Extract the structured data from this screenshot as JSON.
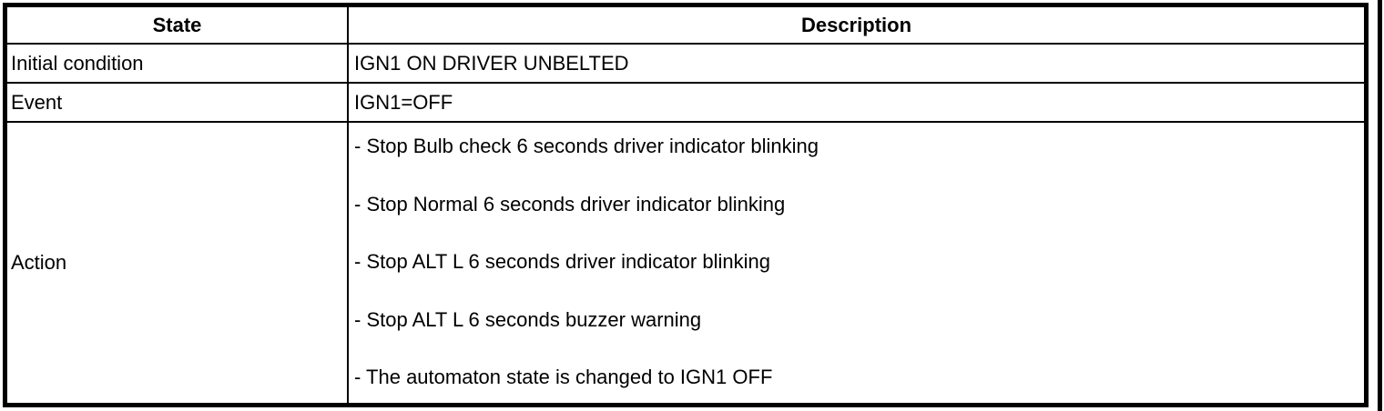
{
  "table": {
    "headers": {
      "state": "State",
      "description": "Description"
    },
    "rows": [
      {
        "state": "Initial condition",
        "description": "IGN1 ON DRIVER UNBELTED"
      },
      {
        "state": "Event",
        "description": "IGN1=OFF"
      },
      {
        "state": "Action",
        "description_lines": [
          "- Stop Bulb check 6 seconds driver indicator blinking",
          "- Stop Normal 6 seconds driver indicator blinking",
          "- Stop ALT L 6 seconds driver indicator blinking",
          "- Stop ALT L 6 seconds buzzer warning",
          "- The automaton state is changed to IGN1 OFF"
        ]
      }
    ]
  },
  "colors": {
    "border": "#000000",
    "background": "#ffffff",
    "text": "#000000"
  }
}
